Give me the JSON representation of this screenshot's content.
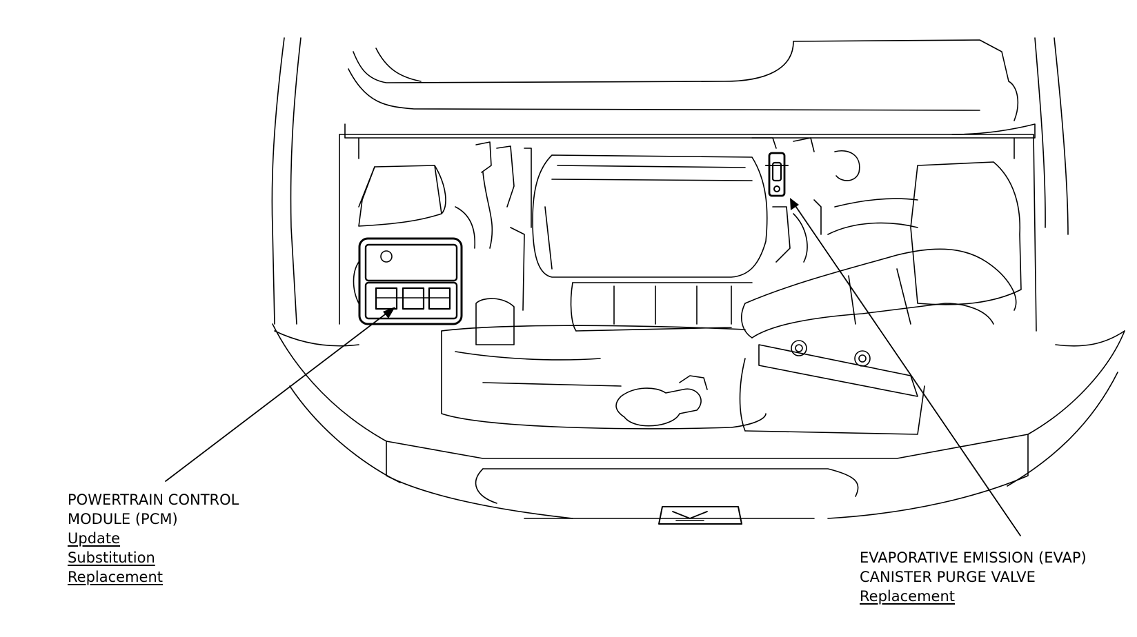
{
  "pcm": {
    "title_line1": "POWERTRAIN CONTROL",
    "title_line2": "MODULE (PCM)",
    "links": [
      "Update",
      "Substitution",
      "Replacement"
    ]
  },
  "evap": {
    "title_line1": "EVAPORATIVE EMISSION (EVAP)",
    "title_line2": "CANISTER PURGE VALVE",
    "links": [
      "Replacement"
    ]
  }
}
